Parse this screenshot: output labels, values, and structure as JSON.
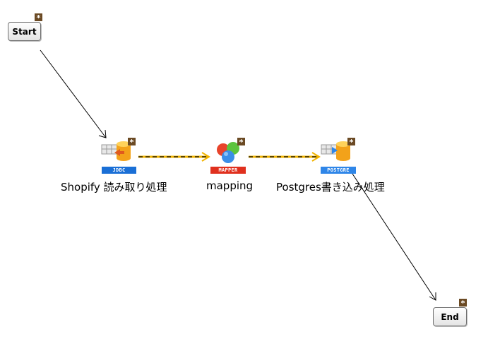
{
  "nodes": {
    "start": {
      "label": "Start",
      "marker": "*"
    },
    "end": {
      "label": "End",
      "marker": "*"
    },
    "jdbc": {
      "badge": "JDBC",
      "label": "Shopify 読み取り処理",
      "marker": "*"
    },
    "mapper": {
      "badge": "MAPPER",
      "label": "mapping",
      "marker": "*"
    },
    "postgres": {
      "badge": "POSTGRE",
      "label": "Postgres書き込み処理",
      "marker": "*"
    }
  },
  "colors": {
    "jdbc_badge": "#1a6fd6",
    "mapper_badge": "#e0301e",
    "postgres_badge": "#2f86e8",
    "data_flow_line": "#f2b400"
  }
}
